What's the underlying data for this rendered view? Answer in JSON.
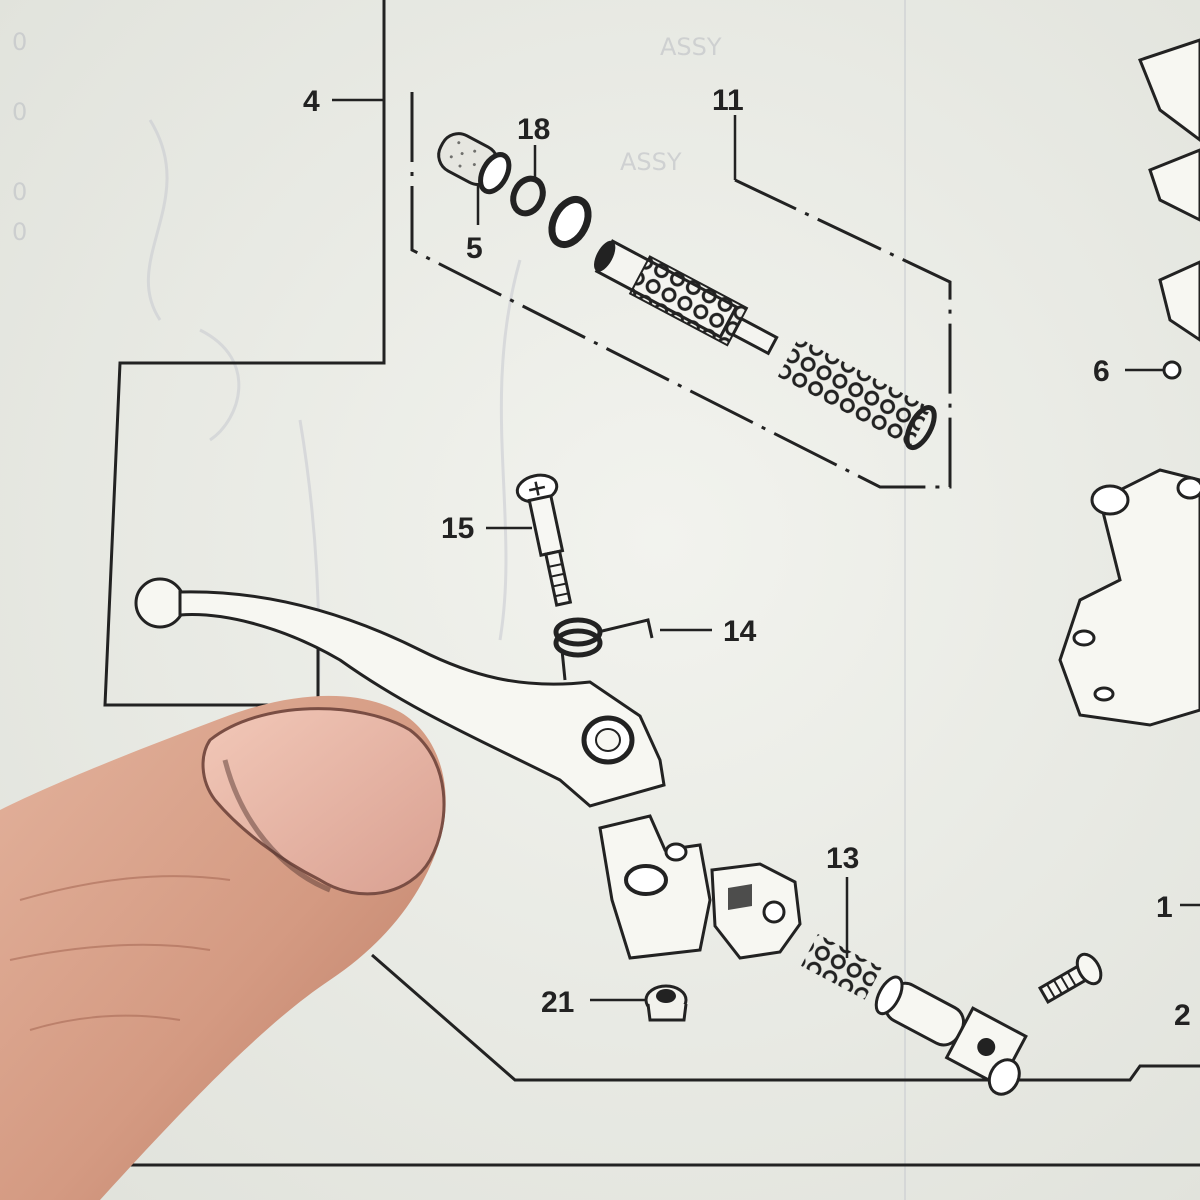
{
  "diagram": {
    "callouts": {
      "c1": "1",
      "c2": "2",
      "c4": "4",
      "c5": "5",
      "c6": "6",
      "c11": "11",
      "c13": "13",
      "c14": "14",
      "c15": "15",
      "c18": "18",
      "c21": "21"
    },
    "bleed_text": {
      "t1": "ASSY",
      "t2": "ASSY",
      "t3": "0",
      "t4": "0",
      "t5": "0",
      "t6": "0"
    }
  },
  "colors": {
    "paper": "#ecede6",
    "ink": "#222222",
    "skin": "#d9a58e",
    "nail": "#eab6a3"
  }
}
